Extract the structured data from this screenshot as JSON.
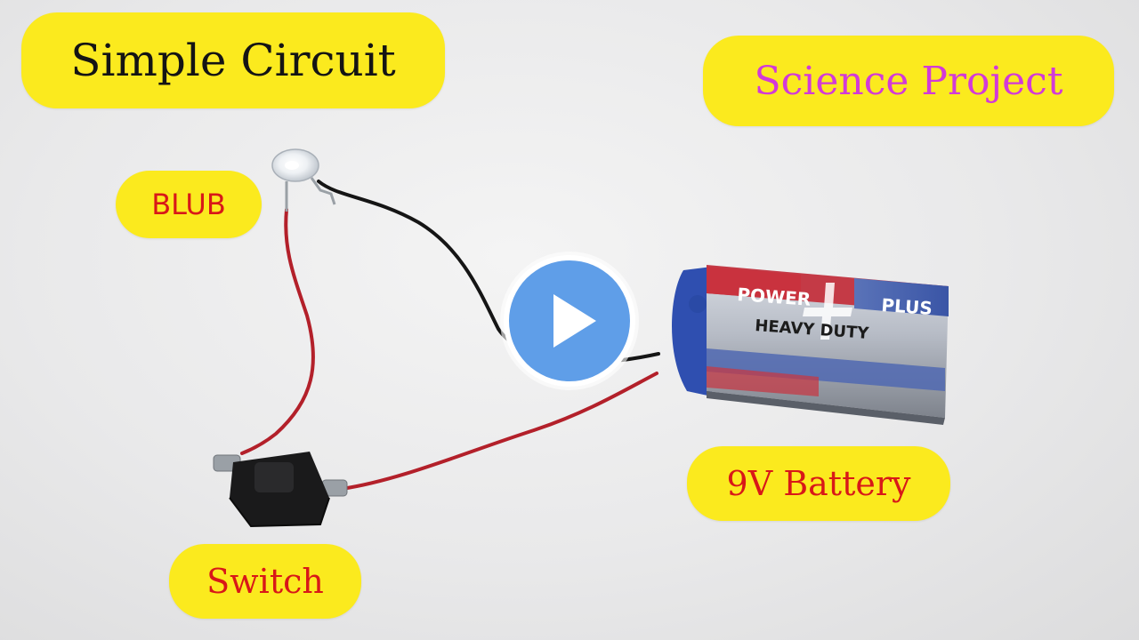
{
  "labels": {
    "title": "Simple Circuit",
    "project": "Science Project",
    "bulb": "BLUB",
    "battery": "9V Battery",
    "switch": "Switch"
  },
  "battery_print": {
    "top_left": "POWER",
    "top_right": "PLUS",
    "middle": "HEAVY DUTY"
  },
  "video": {
    "play_icon": "play-icon"
  },
  "colors": {
    "label_bg": "#fbea1e",
    "label_red": "#d81818",
    "label_magenta": "#d23ad8",
    "play_blue": "#5f9ee8"
  }
}
